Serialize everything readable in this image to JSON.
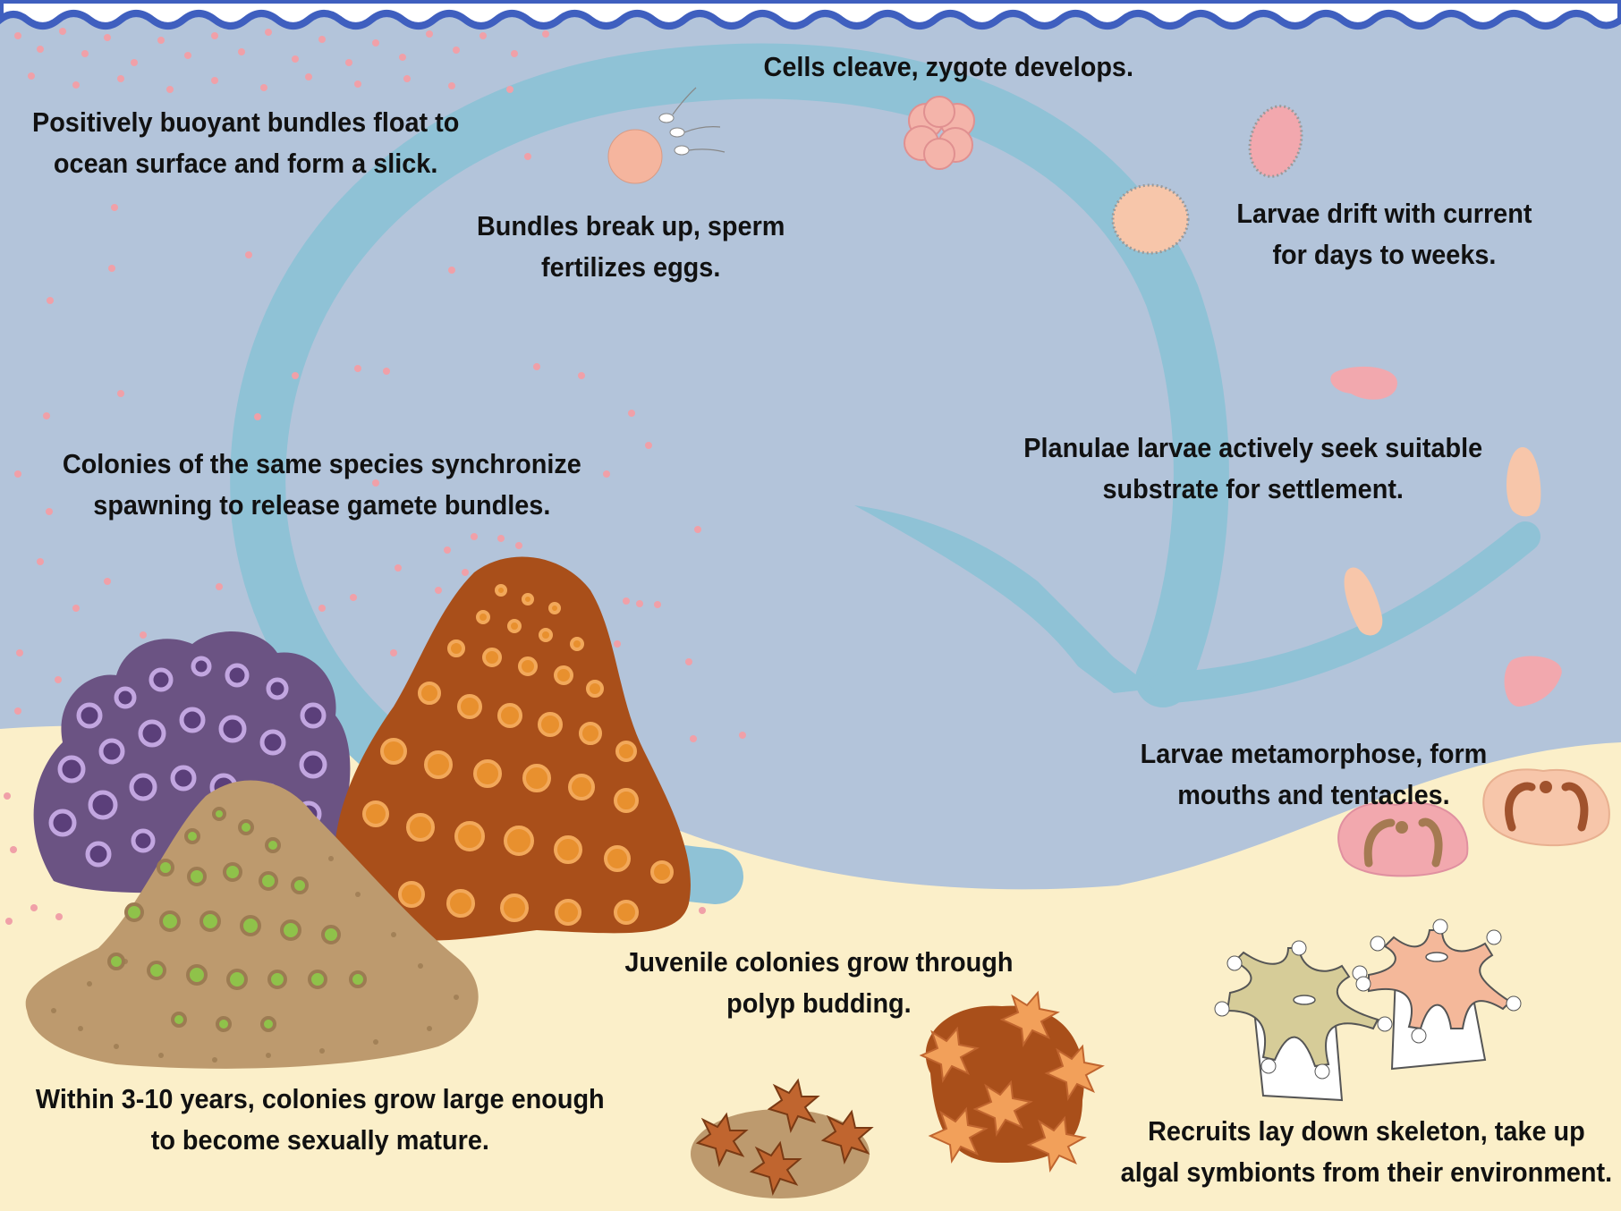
{
  "stages": {
    "slick": {
      "lines": [
        "Positively buoyant bundles float to",
        "ocean surface and form a slick."
      ]
    },
    "fertilize": {
      "lines": [
        "Bundles break up, sperm",
        "fertilizes eggs."
      ]
    },
    "cleave": {
      "lines": [
        "Cells cleave, zygote develops."
      ]
    },
    "drift": {
      "lines": [
        "Larvae drift with current",
        "for days to weeks."
      ]
    },
    "planulae": {
      "lines": [
        "Planulae larvae actively seek suitable",
        "substrate for settlement."
      ]
    },
    "metamorphose": {
      "lines": [
        "Larvae metamorphose, form",
        "mouths and tentacles."
      ]
    },
    "recruits": {
      "lines": [
        "Recruits lay down skeleton, take up",
        "algal symbionts from their environment."
      ]
    },
    "juvenile": {
      "lines": [
        "Juvenile colonies grow through",
        "polyp budding."
      ]
    },
    "mature": {
      "lines": [
        "Within 3-10 years, colonies grow large enough",
        "to become sexually mature."
      ]
    },
    "spawning": {
      "lines": [
        "Colonies of the same species synchronize",
        "spawning to release gamete bundles."
      ]
    }
  },
  "colors": {
    "ocean": "#b3c4da",
    "wave": "#3f5fbf",
    "cycle_arrow": "#8fc2d6",
    "sand": "#fbefc9",
    "gamete_dots": "#f0a0a8",
    "purple_coral": "#6b5383",
    "orange_coral": "#a94f1a",
    "tan_coral": "#bd9a6e",
    "larva_pink": "#f2a8ae",
    "larva_peach": "#f7c6aa"
  },
  "icons": [
    "wave-surface",
    "cycle-arrow",
    "egg-and-sperm",
    "cleaving-zygote",
    "ciliated-larva",
    "planula-larva",
    "settled-polyp",
    "recruit-polyp",
    "juvenile-colony",
    "brain-coral",
    "mound-coral",
    "purple-coral"
  ]
}
